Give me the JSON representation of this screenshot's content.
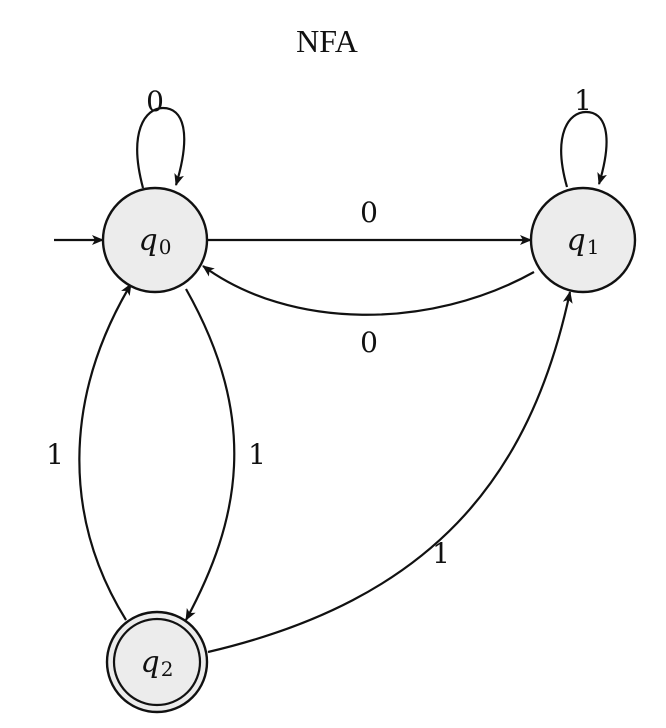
{
  "title": "NFA",
  "states": {
    "q0": {
      "letter": "q",
      "sub": "0",
      "start": true,
      "accepting": false
    },
    "q1": {
      "letter": "q",
      "sub": "1",
      "start": false,
      "accepting": false
    },
    "q2": {
      "letter": "q",
      "sub": "2",
      "start": false,
      "accepting": true
    }
  },
  "transitions": {
    "q0_q0": {
      "from": "q0",
      "to": "q0",
      "label": "0"
    },
    "q1_q1": {
      "from": "q1",
      "to": "q1",
      "label": "1"
    },
    "q0_q1": {
      "from": "q0",
      "to": "q1",
      "label": "0"
    },
    "q1_q0": {
      "from": "q1",
      "to": "q0",
      "label": "0"
    },
    "q0_q2": {
      "from": "q0",
      "to": "q2",
      "label": "1"
    },
    "q2_q0": {
      "from": "q2",
      "to": "q0",
      "label": "1"
    },
    "q2_q1": {
      "from": "q2",
      "to": "q1",
      "label": "1"
    }
  },
  "colors": {
    "state_fill": "#ececec",
    "stroke": "#111111"
  }
}
